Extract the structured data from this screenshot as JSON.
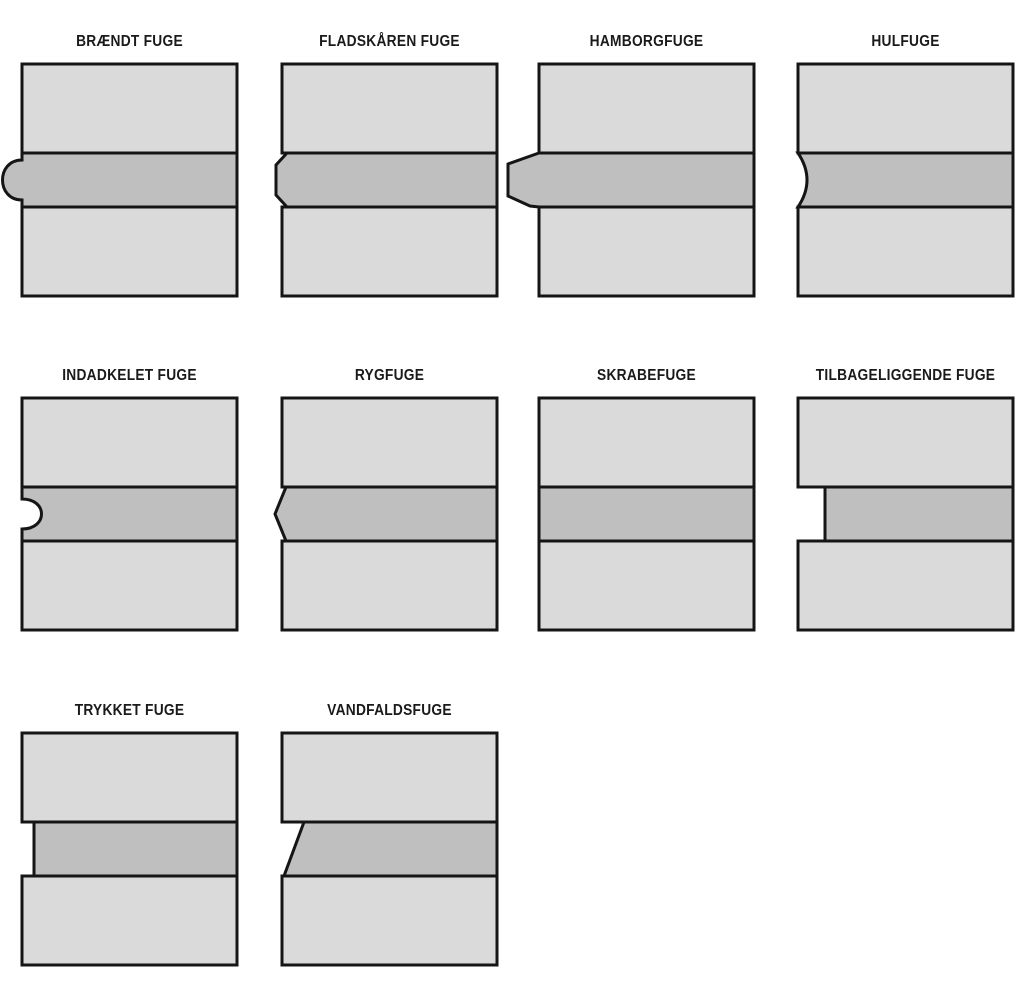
{
  "page": {
    "background": "#ffffff",
    "description": "Overview of Danish masonry mortar joint profile types (fugetyper)"
  },
  "colors": {
    "brick": "#dadada",
    "mortar": "#bfbfbf",
    "outline": "#151515"
  },
  "diagrams": [
    {
      "label": "BRÆNDT FUGE",
      "shape": "braendt",
      "col": 0,
      "row": 0
    },
    {
      "label": "FLADSKÅREN FUGE",
      "shape": "fladskaaren",
      "col": 1,
      "row": 0
    },
    {
      "label": "HAMBORGFUGE",
      "shape": "hamborg",
      "col": 2,
      "row": 0
    },
    {
      "label": "HULFUGE",
      "shape": "hul",
      "col": 3,
      "row": 0
    },
    {
      "label": "INDADKELET FUGE",
      "shape": "indadkelet",
      "col": 0,
      "row": 1
    },
    {
      "label": "RYGFUGE",
      "shape": "ryg",
      "col": 1,
      "row": 1
    },
    {
      "label": "SKRABEFUGE",
      "shape": "skrabe",
      "col": 2,
      "row": 1
    },
    {
      "label": "TILBAGELIGGENDE FUGE",
      "shape": "tilbageliggende",
      "col": 3,
      "row": 1
    },
    {
      "label": "TRYKKET FUGE",
      "shape": "trykket",
      "col": 0,
      "row": 2
    },
    {
      "label": "VANDFALDSFUGE",
      "shape": "vandfald",
      "col": 1,
      "row": 2
    }
  ]
}
